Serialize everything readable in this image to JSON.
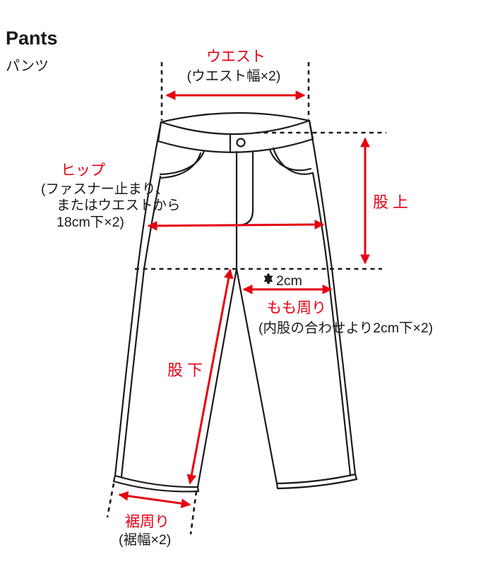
{
  "header": {
    "title": "Pants",
    "subtitle": "パンツ"
  },
  "colors": {
    "accent_red": "#e60012",
    "line_black": "#1a1a1a",
    "background": "#ffffff"
  },
  "measurements": [
    {
      "id": "waist",
      "label": "ウエスト",
      "note": "(ウエスト幅×2)"
    },
    {
      "id": "hip",
      "label": "ヒップ",
      "note_lines": [
        "(ファスナー止まり、",
        "またはウエストから",
        "18cm下×2)"
      ]
    },
    {
      "id": "rise",
      "label": "股上"
    },
    {
      "id": "thigh",
      "label": "もも周り",
      "note": "(内股の合わせより2cm下×2)",
      "offset": "2cm"
    },
    {
      "id": "inseam",
      "label": "股下"
    },
    {
      "id": "hem",
      "label": "裾周り",
      "note": "(裾幅×2)"
    }
  ]
}
